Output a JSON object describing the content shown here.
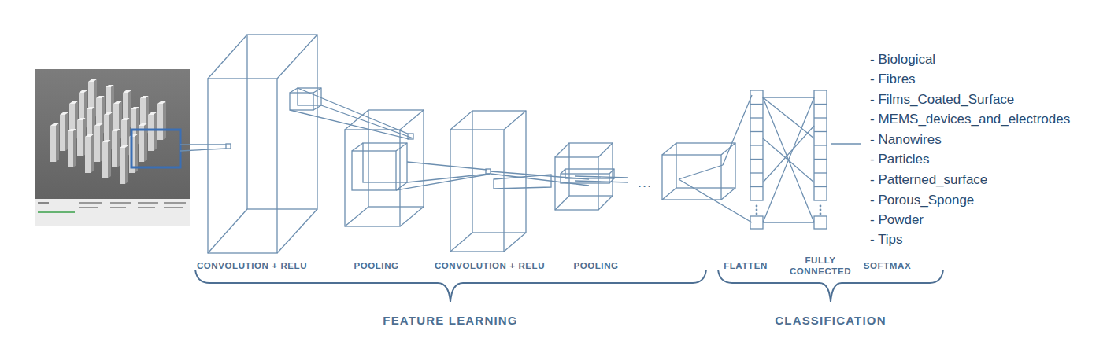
{
  "diagram": {
    "labels": [
      "- Biological",
      "- Fibres",
      "- Films_Coated_Surface",
      "- MEMS_devices_and_electrodes",
      "- Nanowires",
      "- Particles",
      "- Patterned_surface",
      "- Porous_Sponge",
      "- Powder",
      "- Tips",
      "...",
      "CONVOLUTION + RELU",
      "POOLING",
      "CONVOLUTION + RELU",
      "POOLING",
      "FLATTEN",
      "FULLY CONNECTED",
      "SOFTMAX",
      "FEATURE LEARNING",
      "CLASSIFICATION"
    ]
  }
}
